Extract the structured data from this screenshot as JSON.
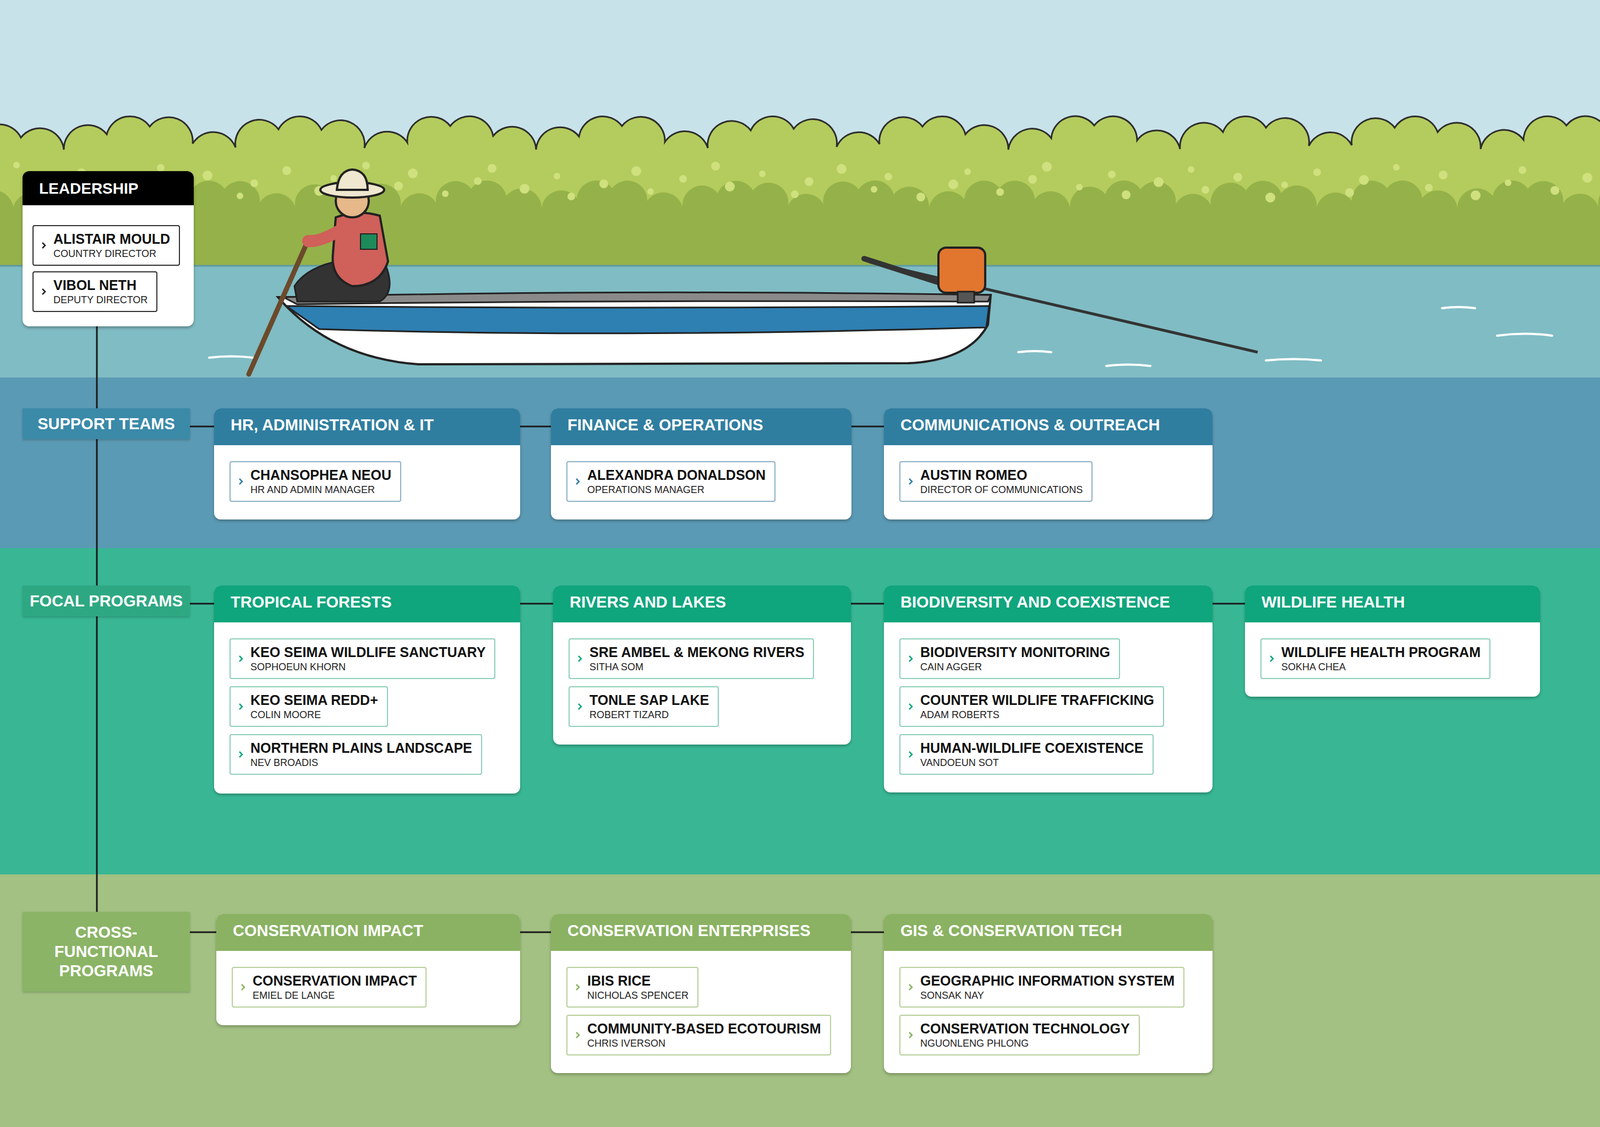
{
  "diagram": {
    "nodes": [
      {
        "text": [
          "LEADERSHIP"
        ]
      },
      {
        "text": [
          "ALISTAIR MOULD",
          "COUNTRY DIRECTOR"
        ],
        "in": 0
      },
      {
        "text": [
          "VIBOL NETH",
          "DEPUTY DIRECTOR"
        ],
        "in": 0
      },
      {
        "text": [
          "SUPPORT TEAMS"
        ]
      },
      {
        "text": [
          "HR, ADMINISTRATION & IT"
        ]
      },
      {
        "text": [
          "CHANSOPHEA NEOU",
          "HR AND ADMIN MANAGER"
        ],
        "in": 4
      },
      {
        "text": [
          "FINANCE & OPERATIONS"
        ]
      },
      {
        "text": [
          "ALEXANDRA DONALDSON",
          "OPERATIONS MANAGER"
        ],
        "in": 6
      },
      {
        "text": [
          "COMMUNICATIONS & OUTREACH"
        ]
      },
      {
        "text": [
          "AUSTIN ROMEO",
          "DIRECTOR OF COMMUNICATIONS"
        ],
        "in": 8
      },
      {
        "text": [
          "FOCAL PROGRAMS"
        ]
      },
      {
        "text": [
          "TROPICAL FORESTS"
        ]
      },
      {
        "text": [
          "KEO SEIMA WILDLIFE SANCTUARY",
          "SOPHOEUN KHORN"
        ],
        "in": 11
      },
      {
        "text": [
          "KEO SEIMA REDD+",
          "COLIN MOORE"
        ],
        "in": 11
      },
      {
        "text": [
          "NORTHERN PLAINS LANDSCAPE",
          "NEV BROADIS"
        ],
        "in": 11
      },
      {
        "text": [
          "RIVERS AND LAKES"
        ]
      },
      {
        "text": [
          "SRE AMBEL & MEKONG RIVERS",
          "SITHA SOM"
        ],
        "in": 15
      },
      {
        "text": [
          "TONLE SAP LAKE",
          "ROBERT TIZARD"
        ],
        "in": 15
      },
      {
        "text": [
          "BIODIVERSITY AND COEXISTENCE"
        ]
      },
      {
        "text": [
          "BIODIVERSITY MONITORING",
          "CAIN AGGER"
        ],
        "in": 18
      },
      {
        "text": [
          "COUNTER WILDLIFE TRAFFICKING",
          "ADAM ROBERTS"
        ],
        "in": 18
      },
      {
        "text": [
          "HUMAN-WILDLIFE COEXISTENCE",
          "VANDOEUN SOT"
        ],
        "in": 18
      },
      {
        "text": [
          "WILDLIFE HEALTH"
        ]
      },
      {
        "text": [
          "WILDLIFE HEALTH PROGRAM",
          "SOKHA CHEA"
        ],
        "in": 22
      },
      {
        "text": [
          "CROSS-FUNCTIONAL PROGRAMS"
        ]
      },
      {
        "text": [
          "CONSERVATION IMPACT"
        ]
      },
      {
        "text": [
          "CONSERVATION IMPACT",
          "EMIEL DE LANGE"
        ],
        "in": 25
      },
      {
        "text": [
          "CONSERVATION ENTERPRISES"
        ]
      },
      {
        "text": [
          "IBIS RICE",
          "NICHOLAS SPENCER"
        ],
        "in": 27
      },
      {
        "text": [
          "COMMUNITY-BASED ECOTOURISM",
          "CHRIS IVERSON"
        ],
        "in": 27
      },
      {
        "text": [
          "GIS & CONSERVATION TECH"
        ]
      },
      {
        "text": [
          "GEOGRAPHIC INFORMATION SYSTEM",
          "SONSAK NAY"
        ],
        "in": 30
      },
      {
        "text": [
          "CONSERVATION TECHNOLOGY",
          "NGUONLENG PHLONG"
        ],
        "in": 30
      }
    ],
    "edges": [
      {
        "from": 0,
        "to": 3,
        "arrow": "none"
      },
      {
        "from": 3,
        "to": 10,
        "arrow": "none"
      },
      {
        "from": 10,
        "to": 24,
        "arrow": "none"
      },
      {
        "from": 3,
        "to": 4,
        "arrow": "none"
      },
      {
        "from": 4,
        "to": 6,
        "arrow": "none"
      },
      {
        "from": 6,
        "to": 8,
        "arrow": "none"
      },
      {
        "from": 10,
        "to": 11,
        "arrow": "none"
      },
      {
        "from": 11,
        "to": 15,
        "arrow": "none"
      },
      {
        "from": 15,
        "to": 18,
        "arrow": "none"
      },
      {
        "from": 18,
        "to": 22,
        "arrow": "none"
      },
      {
        "from": 24,
        "to": 25,
        "arrow": "none"
      },
      {
        "from": 25,
        "to": 27,
        "arrow": "none"
      },
      {
        "from": 27,
        "to": 30,
        "arrow": "none"
      }
    ]
  }
}
